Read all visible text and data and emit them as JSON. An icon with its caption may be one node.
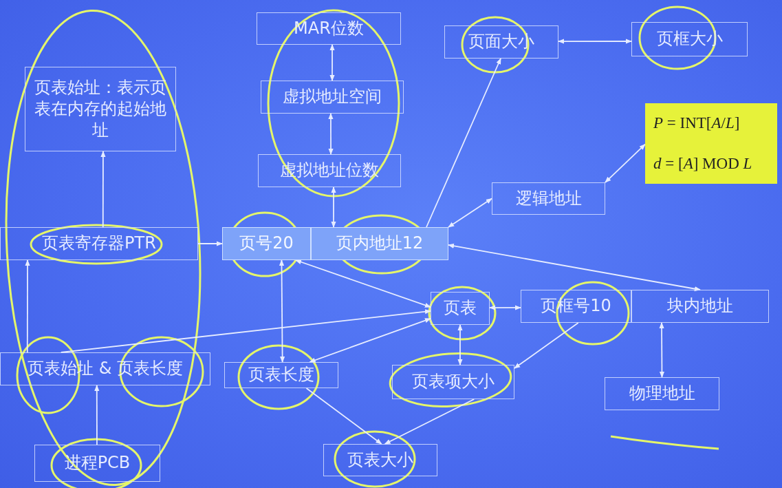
{
  "diagram": {
    "nodes": [
      {
        "text": [
          "页表始址：表示页表在内存的起始地址"
        ]
      },
      {
        "text": [
          "MAR位数"
        ]
      },
      {
        "text": [
          "页面大小"
        ]
      },
      {
        "text": [
          "页框大小"
        ]
      },
      {
        "text": [
          "虚拟地址空间"
        ]
      },
      {
        "text": [
          "虚拟地址位数"
        ]
      },
      {
        "text": [
          "*P* = INT[*A*/*L*]",
          "*d* = [*A*] MOD *L*"
        ]
      },
      {
        "text": [
          "逻辑地址"
        ]
      },
      {
        "text": [
          "页表寄存器PTR"
        ]
      },
      {
        "text": [
          "页号20"
        ]
      },
      {
        "text": [
          "页内地址12"
        ]
      },
      {
        "text": [
          "页表"
        ]
      },
      {
        "text": [
          "页框号10"
        ]
      },
      {
        "text": [
          "块内地址"
        ]
      },
      {
        "text": [
          "页表始址 & 页表长度"
        ]
      },
      {
        "text": [
          "页表长度"
        ]
      },
      {
        "text": [
          "页表项大小"
        ]
      },
      {
        "text": [
          "物理地址"
        ]
      },
      {
        "text": [
          "页表大小"
        ]
      },
      {
        "text": [
          "进程PCB"
        ]
      }
    ],
    "edges": [
      {
        "from": 8,
        "to": 0,
        "arrow": "to"
      },
      {
        "from": 14,
        "to": 8,
        "arrow": "to"
      },
      {
        "from": 19,
        "to": 14,
        "arrow": "to"
      },
      {
        "from": 8,
        "to": 9,
        "arrow": "to"
      },
      {
        "from": 1,
        "to": 4,
        "arrow": "both"
      },
      {
        "from": 4,
        "to": 5,
        "arrow": "both"
      },
      {
        "from": 5,
        "to": 10,
        "arrow": "both"
      },
      {
        "from": 10,
        "to": 2,
        "arrow": "to"
      },
      {
        "from": 2,
        "to": 3,
        "arrow": "both"
      },
      {
        "from": 7,
        "to": 10,
        "arrow": "both"
      },
      {
        "from": 7,
        "to": 6,
        "arrow": "both"
      },
      {
        "from": 10,
        "to": 13,
        "arrow": "both"
      },
      {
        "from": 9,
        "to": 11,
        "arrow": "both"
      },
      {
        "from": 14,
        "to": 11,
        "arrow": "to"
      },
      {
        "from": 15,
        "to": 11,
        "arrow": "both"
      },
      {
        "from": 9,
        "to": 15,
        "arrow": "both"
      },
      {
        "from": 11,
        "to": 12,
        "arrow": "both"
      },
      {
        "from": 11,
        "to": 16,
        "arrow": "both"
      },
      {
        "from": 12,
        "to": 16,
        "arrow": "to"
      },
      {
        "from": 13,
        "to": 17,
        "arrow": "both"
      },
      {
        "from": 15,
        "to": 18,
        "arrow": "to"
      },
      {
        "from": 16,
        "to": 18,
        "arrow": "to"
      }
    ]
  }
}
